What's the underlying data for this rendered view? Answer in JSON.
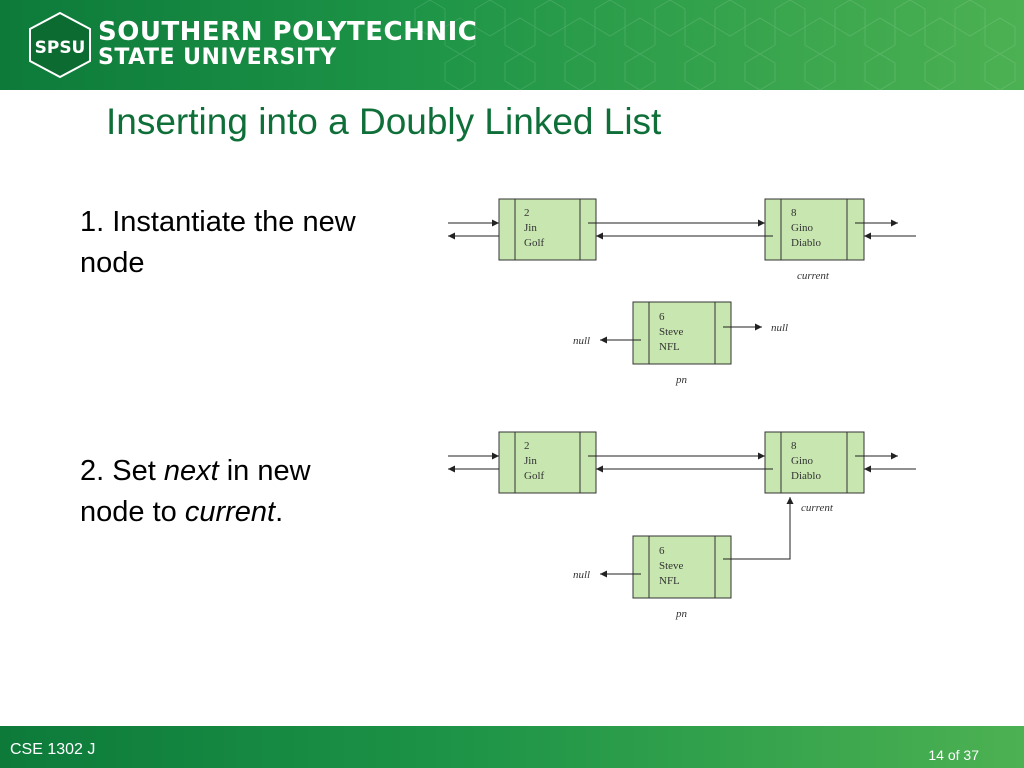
{
  "header": {
    "logo_text": "SPSU",
    "brand_line1": "SOUTHERN POLYTECHNIC",
    "brand_line2": "STATE UNIVERSITY"
  },
  "slide": {
    "title": "Inserting into a Doubly Linked List",
    "step1": "1. Instantiate the new node",
    "step2": {
      "prefix": "2. Set ",
      "em1": "next",
      "middle": " in new node to ",
      "em2": "current",
      "suffix": "."
    }
  },
  "diagram": {
    "node_left": {
      "id": "2",
      "name": "Jin",
      "sport": "Golf"
    },
    "node_right": {
      "id": "8",
      "name": "Gino",
      "sport": "Diablo"
    },
    "node_new": {
      "id": "6",
      "name": "Steve",
      "sport": "NFL"
    },
    "labels": {
      "current": "current",
      "pn": "pn",
      "null": "null"
    }
  },
  "footer": {
    "course": "CSE 1302 J",
    "page": "14 of 37"
  },
  "colors": {
    "header_green": "#1d9447",
    "title_green": "#0f6f39",
    "node_fill": "#c8e6b0"
  }
}
